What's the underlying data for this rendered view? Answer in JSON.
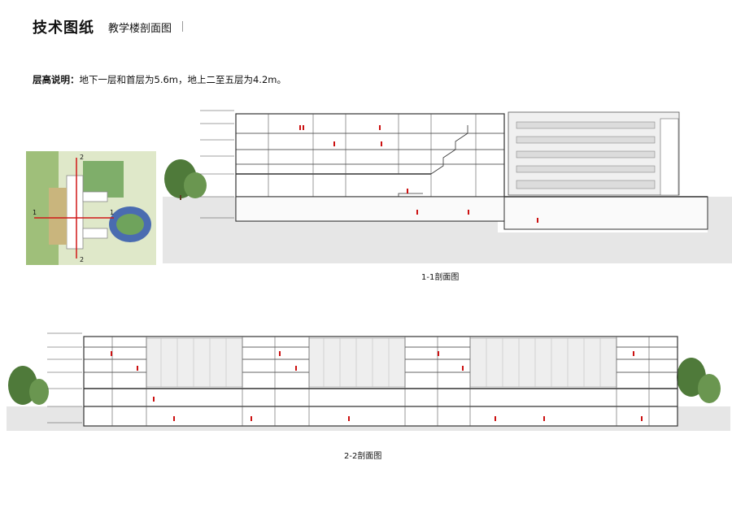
{
  "header": {
    "title": "技术图纸",
    "subtitle": "教学楼剖面图"
  },
  "note": {
    "label": "层高说明：",
    "text": "地下一层和首层为5.6m，地上二至五层为4.2m。"
  },
  "keymap": {
    "marker_1": "1",
    "marker_2": "2"
  },
  "sections": {
    "section_1": {
      "caption": "1-1剖面图"
    },
    "section_2": {
      "caption": "2-2剖面图"
    }
  },
  "colors": {
    "line": "#333333",
    "ground": "#e6e6e6",
    "red_marker": "#cc1111",
    "tree": "#4f7a3a",
    "section_cut": "#d01818"
  }
}
